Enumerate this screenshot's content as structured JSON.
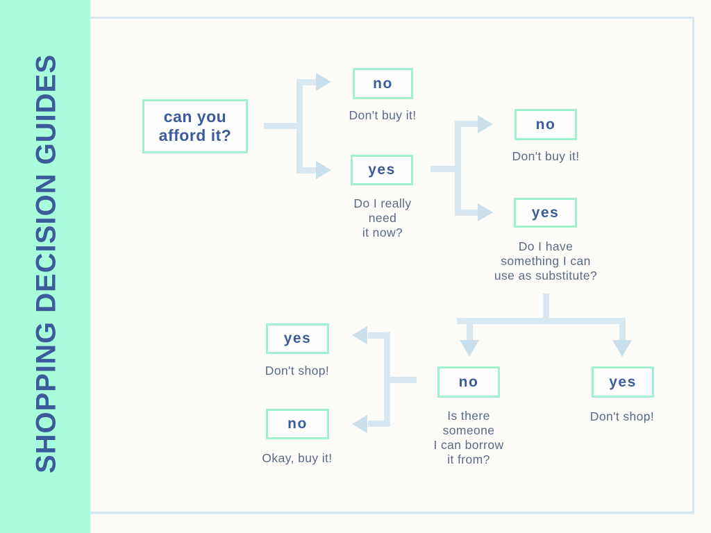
{
  "sidebar": {
    "title": "SHOPPING DECISION GUIDES"
  },
  "colors": {
    "sidebar_mint": "#a9fdda",
    "box_border_mint": "#a0f2cf",
    "answer_blue": "#3b5b9a",
    "caption_slate": "#5a6a85",
    "connector_blue": "#d9e8f0",
    "arrowhead_blue": "#c9dfec"
  },
  "flowchart": {
    "root": {
      "question": "can you\nafford it?"
    },
    "nodes": [
      {
        "answer": "no",
        "caption": "Don't buy it!"
      },
      {
        "answer": "yes",
        "caption": "Do I really\nneed\nit now?"
      },
      {
        "answer": "no",
        "caption": "Don't buy it!"
      },
      {
        "answer": "yes",
        "caption": "Do I have\nsomething I can\nuse as substitute?"
      },
      {
        "answer": "yes",
        "caption": "Don't shop!"
      },
      {
        "answer": "no",
        "caption": "Okay, buy it!"
      },
      {
        "answer": "no",
        "caption": "Is there\nsomeone\nI can borrow\nit from?"
      },
      {
        "answer": "yes",
        "caption": "Don't shop!"
      }
    ]
  }
}
